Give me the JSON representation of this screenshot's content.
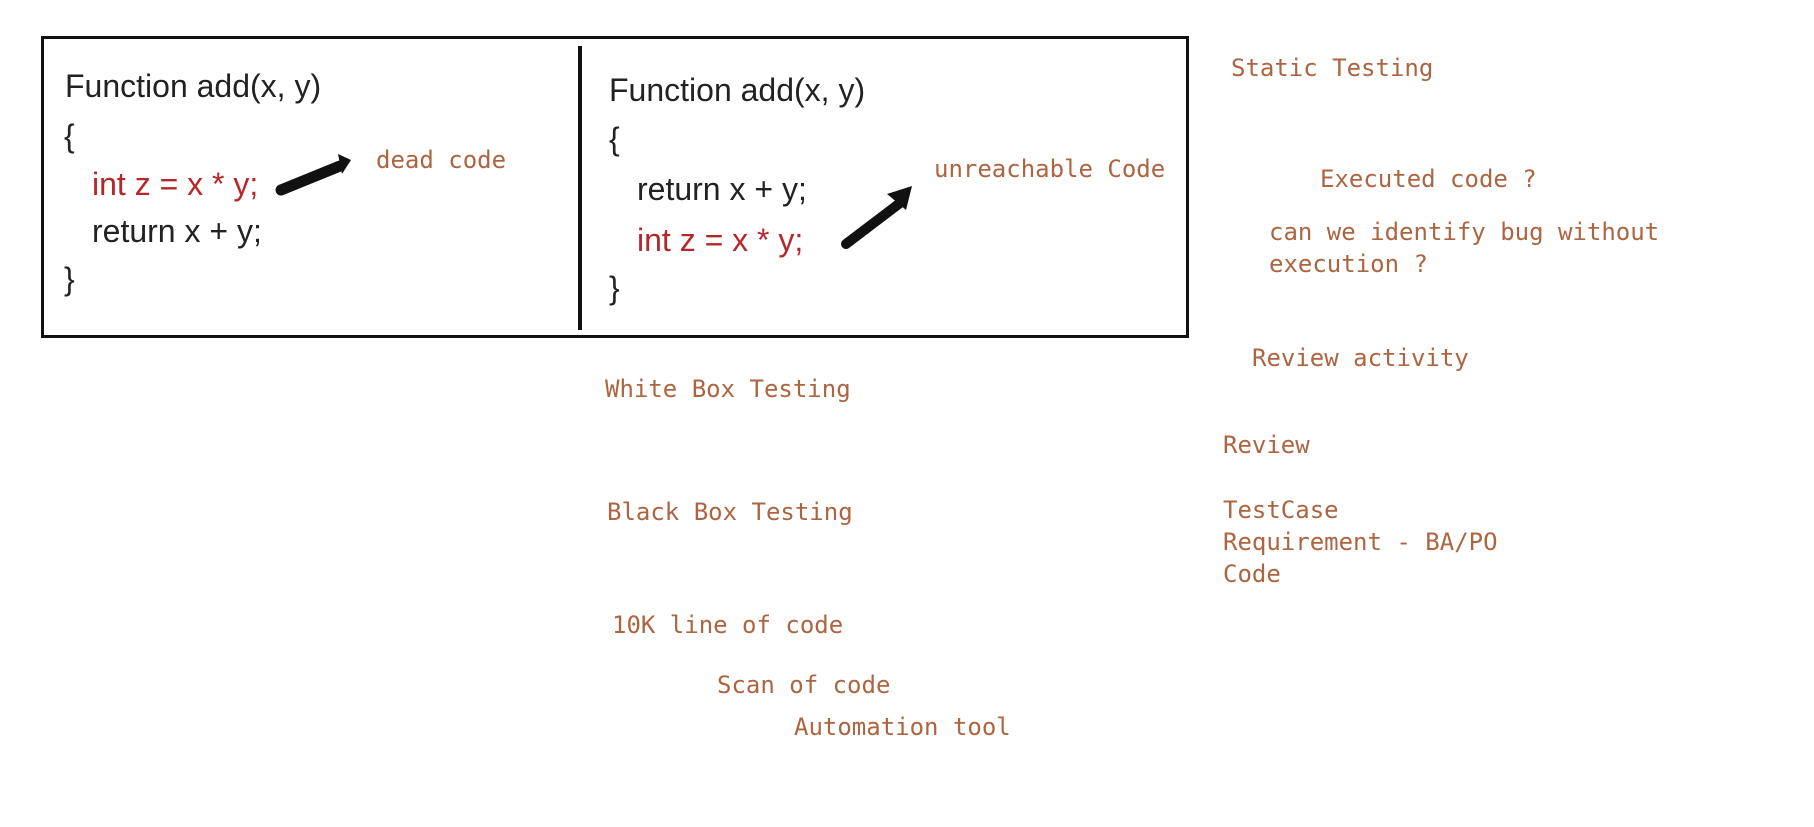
{
  "left_snippet": {
    "signature": "Function add(x, y)",
    "open_brace": "{",
    "line_red": "int z = x * y;",
    "line_return": "return x + y;",
    "close_brace": "}"
  },
  "right_snippet": {
    "signature": "Function add(x, y)",
    "open_brace": "{",
    "line_return": "return x + y;",
    "line_red": "int z = x * y;",
    "close_brace": "}"
  },
  "labels": {
    "dead_code": "dead code",
    "unreachable_code": "unreachable Code"
  },
  "notes": {
    "static_testing": "Static Testing",
    "executed_code": "Executed code ?",
    "identify_bug_line1": "can we identify bug without",
    "identify_bug_line2": "execution ?",
    "review_activity": "Review activity",
    "review": "Review",
    "testcase": "TestCase",
    "requirement": "Requirement - BA/PO",
    "code": "Code",
    "white_box": "White Box Testing",
    "black_box": "Black Box Testing",
    "lines_of_code": "10K line of code",
    "scan_of_code": "Scan of code",
    "automation_tool": "Automation tool"
  },
  "colors": {
    "handwriting": "#ad6541",
    "code_red": "#b5272b",
    "code_black": "#222222",
    "border": "#111111"
  }
}
